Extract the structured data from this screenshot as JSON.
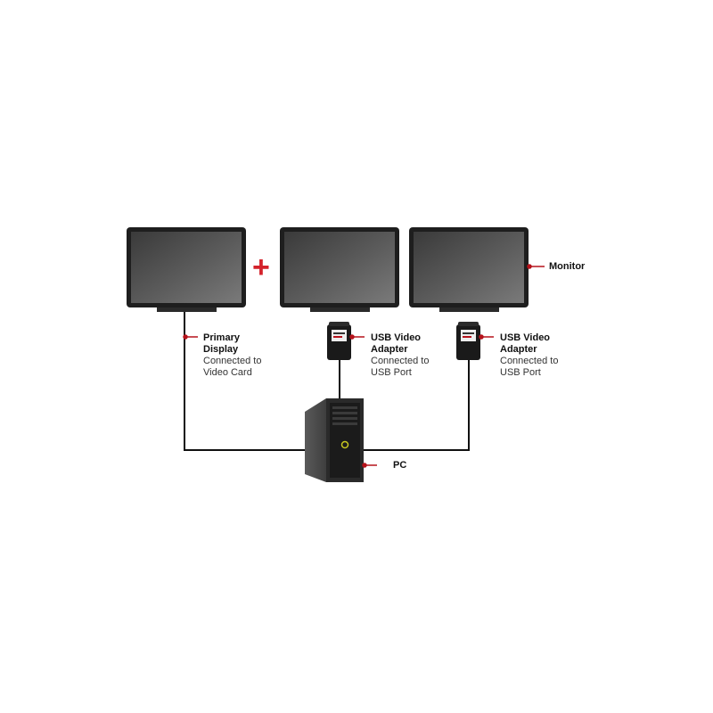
{
  "accent_color": "#b5121b",
  "labels": {
    "monitor": "Monitor",
    "primary": {
      "title": "Primary\nDisplay",
      "desc": "Connected to\nVideo Card"
    },
    "adapter_1": {
      "title": "USB Video\nAdapter",
      "desc": "Connected to\nUSB Port"
    },
    "adapter_2": {
      "title": "USB Video\nAdapter",
      "desc": "Connected to\nUSB Port"
    },
    "pc": "PC"
  },
  "plus_symbol": "+",
  "icons": {
    "monitors": [
      "monitor-icon",
      "monitor-icon",
      "monitor-icon"
    ],
    "adapters": [
      "usb-video-adapter-icon",
      "usb-video-adapter-icon"
    ],
    "pc": "pc-tower-icon"
  }
}
